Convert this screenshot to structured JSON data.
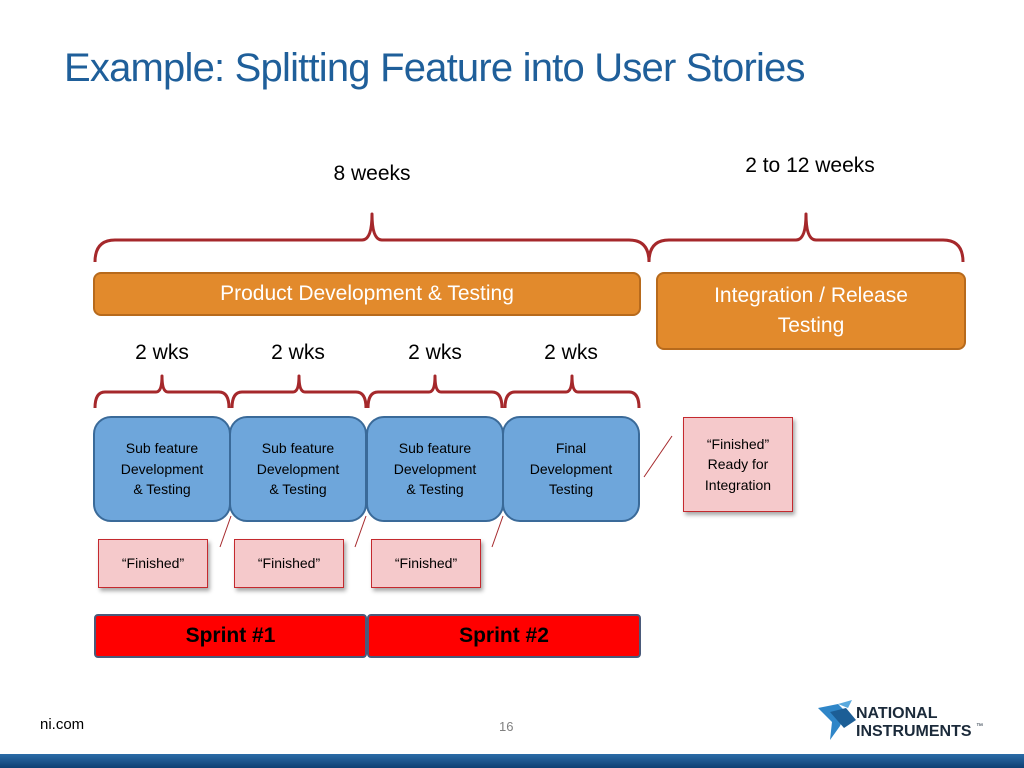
{
  "title": "Example: Splitting Feature into User Stories",
  "durations": {
    "product_phase": "8 weeks",
    "integration_phase": "2 to 12 weeks",
    "sprint_weeks": [
      "2 wks",
      "2 wks",
      "2 wks",
      "2 wks"
    ]
  },
  "phases": {
    "product": "Product Development & Testing",
    "integration_line1": "Integration / Release",
    "integration_line2": "Testing"
  },
  "tasks": [
    {
      "line1": "Sub feature",
      "line2": "Development",
      "line3": "& Testing"
    },
    {
      "line1": "Sub feature",
      "line2": "Development",
      "line3": "& Testing"
    },
    {
      "line1": "Sub feature",
      "line2": "Development",
      "line3": "& Testing"
    },
    {
      "line1": "Final",
      "line2": "Development",
      "line3": "Testing"
    }
  ],
  "finished_labels": [
    "“Finished”",
    "“Finished”",
    "“Finished”"
  ],
  "final_label": {
    "line1": "“Finished”",
    "line2": "Ready for",
    "line3": "Integration"
  },
  "sprints": [
    "Sprint #1",
    "Sprint #2"
  ],
  "footer": {
    "site": "ni.com",
    "page": "16"
  },
  "logo": {
    "line1": "NATIONAL",
    "line2": "INSTRUMENTS",
    "tm": "™"
  },
  "colors": {
    "title": "#1f5f9a",
    "brace": "#a5282b",
    "phase_box": "#e28a2c",
    "task_box": "#6ea6db",
    "finished_box": "#f5c9cb",
    "sprint_box": "#ff0000",
    "bottom_bar": "#1f5b96"
  }
}
